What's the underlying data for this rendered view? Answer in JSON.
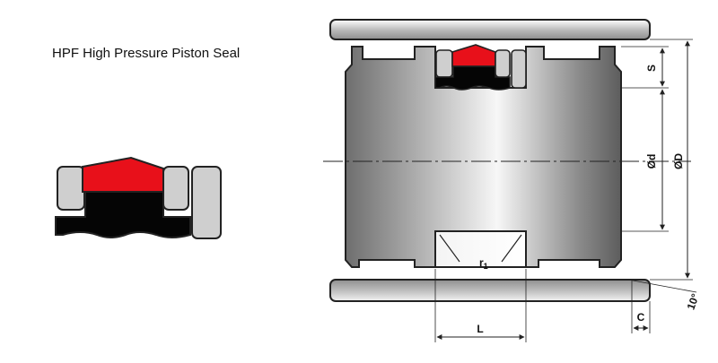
{
  "title": "HPF High Pressure Piston Seal",
  "labels": {
    "s": "S",
    "d": "Ød",
    "D": "ØD",
    "r1": "r",
    "r1_sub": "1",
    "L": "L",
    "C": "C",
    "angle": "10°"
  },
  "colors": {
    "seal_red": "#e8101a",
    "energizer_black": "#050505",
    "ring_grey": "#cfcfcf",
    "outline": "#222222"
  }
}
